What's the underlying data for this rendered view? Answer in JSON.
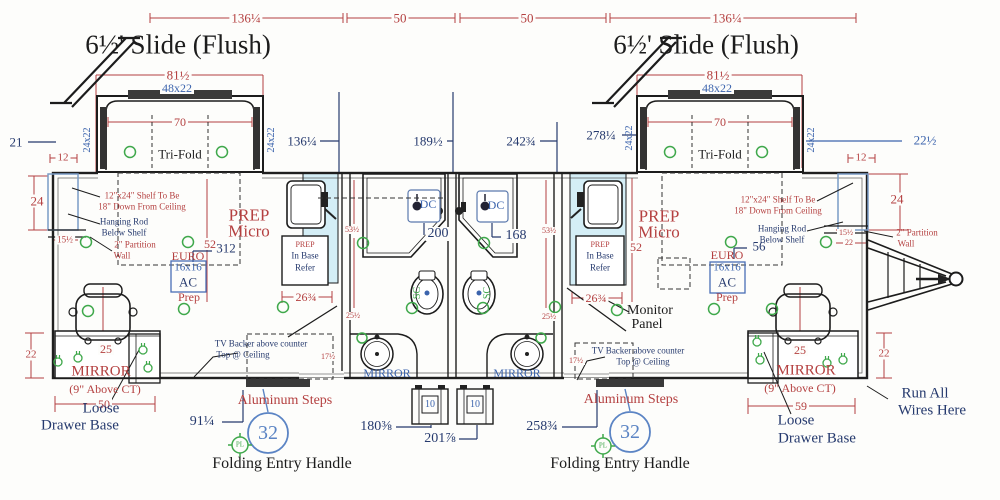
{
  "colors": {
    "dim_red": "#b44040",
    "dim_navy": "#263a6e",
    "dim_blue": "#3c64ad",
    "balloon_blue": "#5b84c4",
    "symbol_green": "#3fa84b",
    "counter_cyan": "#d4eef6",
    "line_ink": "#1c1c1c"
  },
  "titles": {
    "slide": "6½' Slide (Flush)"
  },
  "furniture": {
    "tri_fold": "Tri-Fold",
    "mirror_blue": "MIRROR",
    "dc": "DC",
    "sc": "SC",
    "tank": "10",
    "balloon": "32",
    "pl": "PL"
  },
  "dims": {
    "red": {
      "overall": "136¼",
      "bay": "50",
      "slide": "81½",
      "sofa": "70",
      "w12": "12",
      "w24": "24",
      "w15": "15½",
      "w22": "22",
      "c22": "22",
      "c25": "25",
      "c50": "50",
      "c59": "59",
      "p52": "52",
      "p26": "26¾",
      "s53": "53½",
      "s25": "25½",
      "d17": "17½"
    },
    "blue": {
      "table": "48x22",
      "side": "24x22",
      "off_left": "21",
      "off_right": "22½"
    },
    "navy": {
      "n136": "136¼",
      "n189": "189½",
      "n242": "242¾",
      "n278": "278¼",
      "n91": "91¼",
      "n180": "180⅜",
      "n201": "201⅞",
      "n258": "258¾",
      "e312": "312",
      "e56": "56",
      "s200": "200",
      "s168": "168"
    }
  },
  "notes": {
    "prep_line1": "PREP",
    "prep_line2": "Micro",
    "euro": "EURO",
    "euro_size": "16x16",
    "euro_ac": "AC",
    "euro_prep": "Prep",
    "shelf1": "12\"x24\" Shelf To Be",
    "shelf2": "18\" Down From Ceiling",
    "rod1": "Hanging Rod",
    "rod2": "Below Shelf",
    "part1": "2\" Partition",
    "part2": "Wall",
    "refer1": "PREP",
    "refer2": "In Base",
    "refer3": "Refer",
    "mirror_red": "MIRROR",
    "mirror_sub": "(9\" Above CT)",
    "loose1": "Loose",
    "loose2": "Drawer Base",
    "tv1": "TV Backer above counter",
    "tv2": "Top @ Ceiling",
    "steps": "Aluminum Steps",
    "handle": "Folding Entry Handle",
    "monitor1": "Monitor",
    "monitor2": "Panel",
    "wires1": "Run All",
    "wires2": "Wires Here"
  }
}
